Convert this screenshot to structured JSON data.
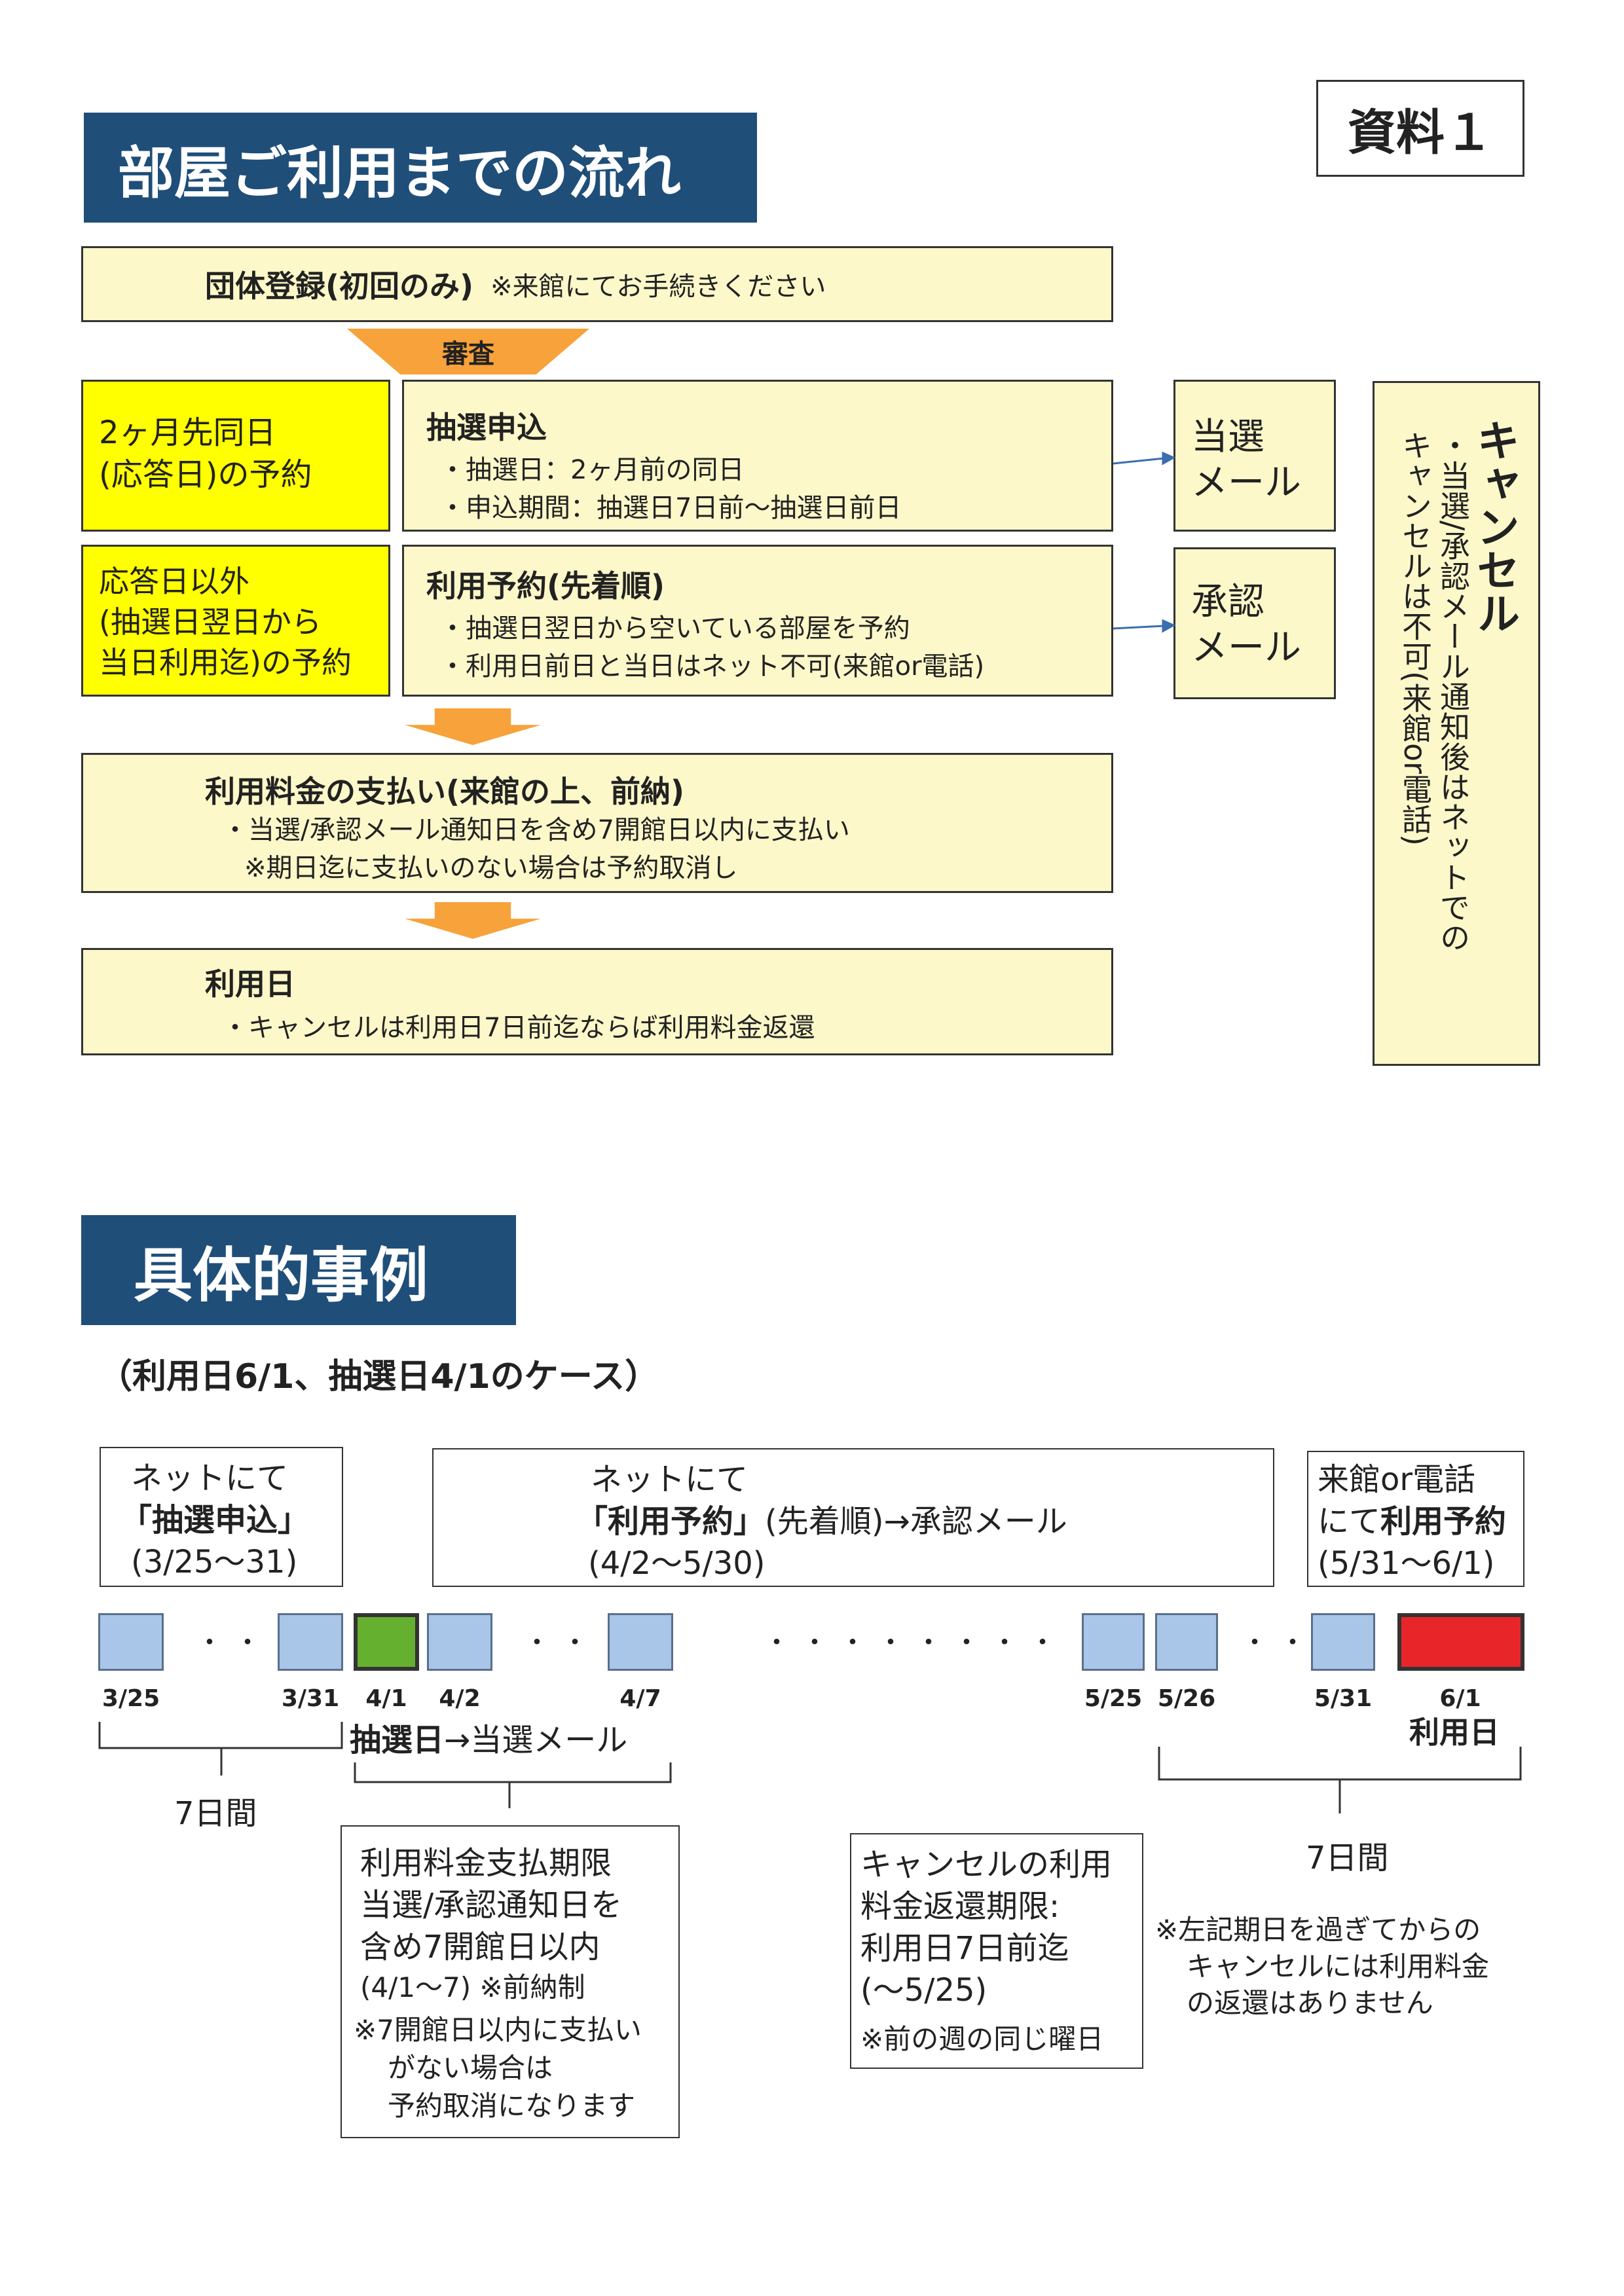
{
  "badge": "資料１",
  "section1": {
    "title": "部屋ご利用までの流れ",
    "registration": {
      "title": "団体登録(初回のみ)",
      "note": "※来館にてお手続きください"
    },
    "review": "審査",
    "lottery_target": [
      "2ヶ月先同日",
      "(応答日)の予約"
    ],
    "lottery": {
      "title": "抽選申込",
      "lines": [
        "・抽選日：2ヶ月前の同日",
        "・申込期間：抽選日7日前～抽選日前日"
      ]
    },
    "win_mail": [
      "当選",
      "メール"
    ],
    "reserve_target": [
      "応答日以外",
      "(抽選日翌日から",
      "当日利用迄)の予約"
    ],
    "reserve": {
      "title": "利用予約(先着順)",
      "lines": [
        "・抽選日翌日から空いている部屋を予約",
        "・利用日前日と当日はネット不可(来館or電話)"
      ]
    },
    "approve_mail": [
      "承認",
      "メール"
    ],
    "payment": {
      "title": "利用料金の支払い(来館の上、前納)",
      "lines": [
        "・当選/承認メール通知日を含め7開館日以内に支払い",
        "※期日迄に支払いのない場合は予約取消し"
      ]
    },
    "useday": {
      "title": "利用日",
      "lines": [
        "・キャンセルは利用日7日前迄ならば利用料金返還"
      ]
    },
    "cancel": {
      "title": "キャンセル",
      "col1": "・当選/承認メール通知後はネットでの",
      "col2": "キャンセルは不可(来館or電話)"
    }
  },
  "section2": {
    "title": "具体的事例",
    "subtitle": "（利用日6/1、抽選日4/1のケース）",
    "net_lottery": {
      "l1": "ネットにて",
      "l2": "「抽選申込」",
      "l3": "(3/25～31)"
    },
    "net_reserve": {
      "l1": "ネットにて",
      "l2a": "「利用予約」",
      "l2b": "(先着順)→承認メール",
      "l3": "(4/2～5/30)"
    },
    "visit_reserve": {
      "l1": "来館or電話",
      "l2a": "にて",
      "l2b": "利用予約",
      "l3": "(5/31～6/1)"
    },
    "dates": [
      "3/25",
      "3/31",
      "4/1",
      "4/2",
      "4/7",
      "5/25",
      "5/26",
      "5/31",
      "6/1"
    ],
    "dots_short": "・・",
    "dots_long": "・・・・・・・・",
    "lottery_day": "抽選日",
    "lottery_day_suffix": "→当選メール",
    "use_day": "利用日",
    "seven_days": "7日間",
    "pay_box": [
      "利用料金支払期限",
      "当選/承認通知日を",
      "含め7開館日以内",
      "(4/1～7) ※前納制",
      "※7開館日以内に支払い",
      "がない場合は",
      "予約取消になります"
    ],
    "cancel_box": [
      "キャンセルの利用",
      "料金返還期限:",
      "利用日7日前迄",
      "(～5/25)",
      "※前の週の同じ曜日"
    ],
    "late_note": [
      "※左記期日を過ぎてからの",
      "キャンセルには利用料金",
      "の返還はありません"
    ]
  }
}
